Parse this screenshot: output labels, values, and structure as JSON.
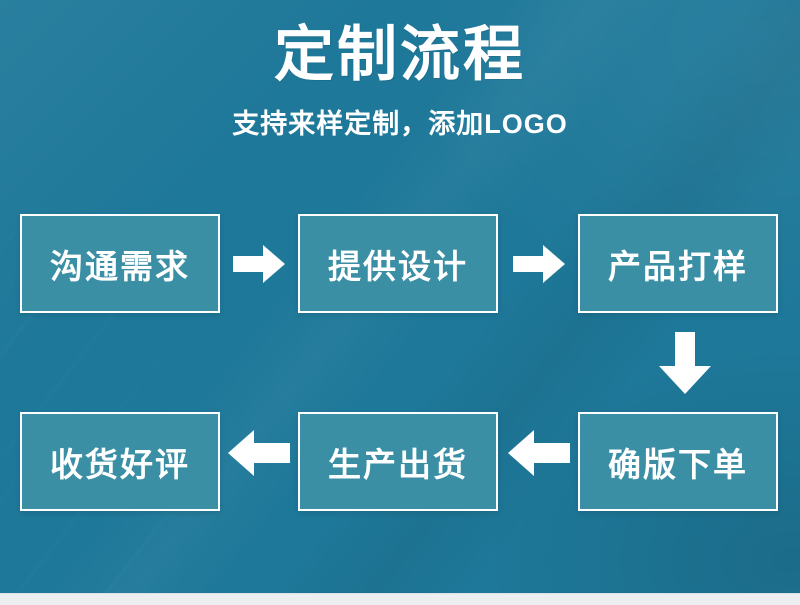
{
  "banner": {
    "title": "定制流程",
    "subtitle": "支持来样定制，添加LOGO",
    "colors": {
      "background_teal": "#1e7899",
      "box_fill": "#3a8fa5",
      "box_border": "#ffffff",
      "text": "#ffffff",
      "bottom_band": "#eceef0"
    }
  },
  "flow": {
    "row1": [
      {
        "label": "沟通需求"
      },
      {
        "label": "提供设计"
      },
      {
        "label": "产品打样"
      }
    ],
    "row2": [
      {
        "label": "收货好评"
      },
      {
        "label": "生产出货"
      },
      {
        "label": "确版下单"
      }
    ],
    "connectors": [
      {
        "icon": "arrow-right-icon",
        "direction": "right",
        "from": "沟通需求",
        "to": "提供设计"
      },
      {
        "icon": "arrow-right-icon",
        "direction": "right",
        "from": "提供设计",
        "to": "产品打样"
      },
      {
        "icon": "arrow-down-icon",
        "direction": "down",
        "from": "产品打样",
        "to": "确版下单"
      },
      {
        "icon": "arrow-left-icon",
        "direction": "left",
        "from": "确版下单",
        "to": "生产出货"
      },
      {
        "icon": "arrow-left-icon",
        "direction": "left",
        "from": "生产出货",
        "to": "收货好评"
      }
    ]
  }
}
